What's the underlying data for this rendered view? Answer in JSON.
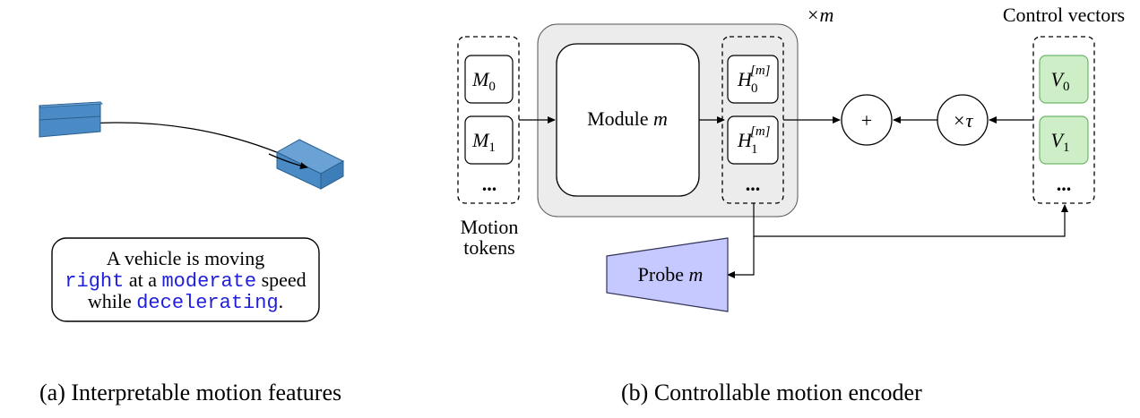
{
  "colors": {
    "car_fill": "#4a8bc5",
    "car_stroke": "#2a5f8f",
    "module_bg": "#ececec",
    "control_fill": "#cdeec7",
    "control_stroke": "#6fb76a",
    "probe_fill": "#c6c9ff",
    "probe_stroke": "#33335a",
    "keyword": "#1f1fdc"
  },
  "panel_a": {
    "caption": "(a) Interpretable motion features",
    "description": {
      "line1": "A vehicle is moving",
      "line2_kw": "right",
      "line2_mid": " at a ",
      "line2_kw2": "moderate",
      "line2_end": " speed",
      "line3_start": "while ",
      "line3_kw": "decelerating",
      "line3_end": "."
    }
  },
  "panel_b": {
    "caption": "(b) Controllable motion encoder",
    "repeat_label": "×m",
    "motion_tokens": {
      "label_line1": "Motion",
      "label_line2": "tokens",
      "m0": "M",
      "m0_sub": "0",
      "m1": "M",
      "m1_sub": "1",
      "ellipsis": "..."
    },
    "module": {
      "label": "Module",
      "var": "m"
    },
    "hidden": {
      "h0": "H",
      "h0_sub": "0",
      "h1": "H",
      "h1_sub": "1",
      "sup": "[m]",
      "ellipsis": "..."
    },
    "plus": "+",
    "times_tau": "×τ",
    "control_vectors": {
      "label": "Control vectors",
      "v0": "V",
      "v0_sub": "0",
      "v1": "V",
      "v1_sub": "1",
      "ellipsis": "..."
    },
    "probe": {
      "label": "Probe",
      "var": "m"
    }
  }
}
